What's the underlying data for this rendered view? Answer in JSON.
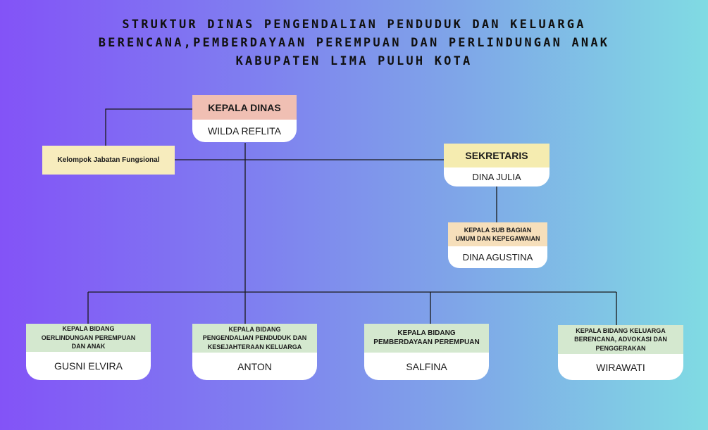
{
  "title": {
    "line1": "STRUKTUR DINAS PENGENDALIAN PENDUDUK DAN KELUARGA",
    "line2": "BERENCANA,PEMBERDAYAAN PEREMPUAN DAN PERLINDUNGAN ANAK",
    "line3": "KABUPATEN LIMA PULUH KOTA"
  },
  "colors": {
    "kepala_header": "#f0bfb3",
    "sekretaris_header": "#f5ecb0",
    "fungsional": "#f7ecbd",
    "subbag_header": "#f6dfbb",
    "bidang_header": "#d4e8cf",
    "line": "#1a1a1a"
  },
  "kepala": {
    "position": "KEPALA DINAS",
    "name": "WILDA REFLITA"
  },
  "fungsional": {
    "label": "Kelompok Jabatan Fungsional"
  },
  "sekretaris": {
    "position": "SEKRETARIS",
    "name": "DINA JULIA"
  },
  "subbag": {
    "position_line1": "KEPALA SUB BAGIAN",
    "position_line2": "UMUM DAN KEPEGAWAIAN",
    "name": "DINA AGUSTINA"
  },
  "bidang": [
    {
      "position_lines": [
        "KEPALA BIDANG",
        "OERLINDUNGAN PEREMPUAN",
        "DAN ANAK"
      ],
      "name": "GUSNI ELVIRA"
    },
    {
      "position_lines": [
        "KEPALA BIDANG",
        "PENGENDALIAN PENDUDUK DAN",
        "KESEJAHTERAAN KELUARGA"
      ],
      "name": "ANTON"
    },
    {
      "position_lines": [
        "KEPALA BIDANG",
        "PEMBERDAYAAN PEREMPUAN"
      ],
      "name": "SALFINA"
    },
    {
      "position_lines": [
        "KEPALA BIDANG KELUARGA",
        "BERENCANA, ADVOKASI DAN",
        "PENGGERAKAN"
      ],
      "name": "WIRAWATI"
    }
  ]
}
